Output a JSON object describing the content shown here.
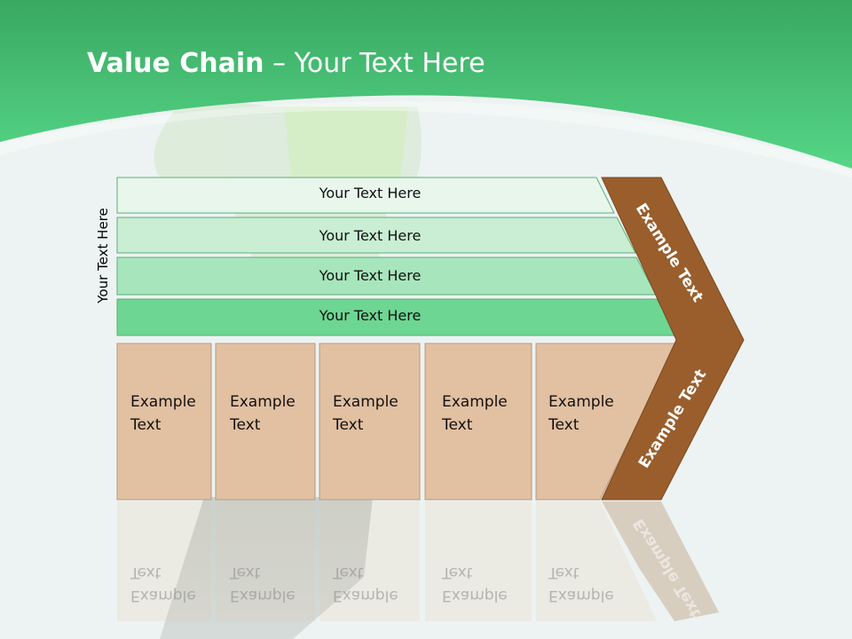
{
  "slide": {
    "title_bold": "Value Chain",
    "title_rest": " – Your Text Here",
    "vertical_label": "Your Text Here"
  },
  "rows": [
    {
      "label": "Your Text Here",
      "color": "#e8f6ec"
    },
    {
      "label": "Your Text Here",
      "color": "#c9eed3"
    },
    {
      "label": "Your Text Here",
      "color": "#a7e6bc"
    },
    {
      "label": "Your Text Here",
      "color": "#6dd693"
    }
  ],
  "boxes": [
    {
      "line1": "Example",
      "line2": "Text"
    },
    {
      "line1": "Example",
      "line2": "Text"
    },
    {
      "line1": "Example",
      "line2": "Text"
    },
    {
      "line1": "Example",
      "line2": "Text"
    },
    {
      "line1": "Example",
      "line2": "Text"
    }
  ],
  "chevron": {
    "upper_text": "Example Text",
    "lower_text": "Example Text",
    "color": "#9a5e2c"
  },
  "colors": {
    "header_green": "#4ccf7d",
    "box_fill": "#e2c0a2"
  }
}
